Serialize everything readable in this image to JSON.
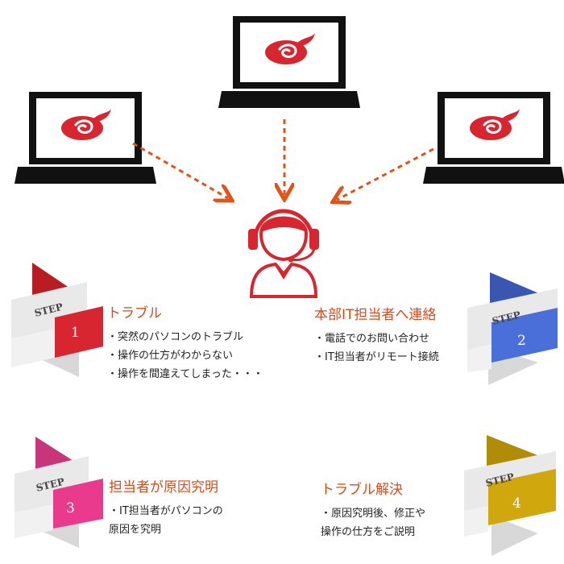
{
  "colors": {
    "brand_red": "#d7262f",
    "arrow_orange": "#e0541b",
    "title_orange": "#d84a1b",
    "step1": "#d7262f",
    "step2": "#4a6fd9",
    "step3": "#ea3a8e",
    "step4": "#d0a70d",
    "ribbon_gray": "#e6e6e6"
  },
  "icons": {
    "computers": "laptop-icon",
    "logo": "red-swirl-logo-icon",
    "support": "headset-operator-icon"
  },
  "steps": [
    {
      "label": "STEP",
      "number": "1",
      "title": "トラブル",
      "lines": [
        "・突然のパソコンのトラブル",
        "・操作の仕方がわからない",
        "・操作を間違えてしまった・・・"
      ]
    },
    {
      "label": "STEP",
      "number": "2",
      "title": "本部IT担当者へ連絡",
      "lines": [
        "・電話でのお問い合わせ",
        "・IT担当者がリモート接続"
      ]
    },
    {
      "label": "STEP",
      "number": "3",
      "title": "担当者が原因究明",
      "lines": [
        "・IT担当者がパソコンの",
        "原因を究明"
      ]
    },
    {
      "label": "STEP",
      "number": "4",
      "title": "トラブル解決",
      "lines": [
        "・原因究明後、修正や",
        "操作の仕方をご説明"
      ]
    }
  ]
}
